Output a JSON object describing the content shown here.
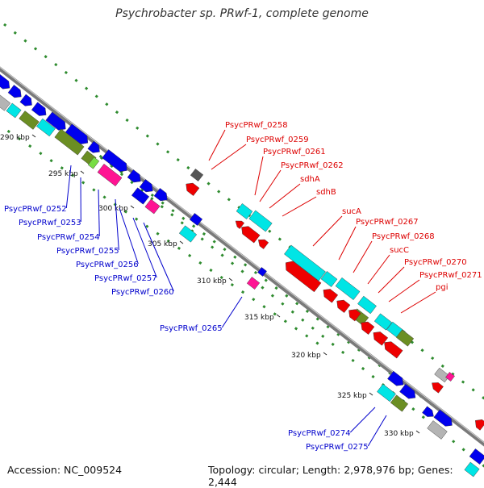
{
  "title": "Psychrobacter sp. PRwf-1, complete genome",
  "footer": {
    "accession": "Accession: NC_009524",
    "topology": "Topology: circular; Length: 2,978,976 bp; Genes: 2,444"
  },
  "colors": {
    "forward_strand": "#0000ee",
    "reverse_strand": "#ee0000",
    "cyan_category": "#00e5e5",
    "olive_category": "#6b8e23",
    "light_green_category": "#77dd44",
    "magenta_category": "#ff1493",
    "gray_category": "#b4b4b4",
    "dark_gray_category": "#555555",
    "backbone": "#888888",
    "dotted_ring": "#2e8b2e"
  },
  "scale_ticks": [
    {
      "label": "290 kbp"
    },
    {
      "label": "295 kbp"
    },
    {
      "label": "300 kbp"
    },
    {
      "label": "305 kbp"
    },
    {
      "label": "310 kbp"
    },
    {
      "label": "315 kbp"
    },
    {
      "label": "320 kbp"
    },
    {
      "label": "325 kbp"
    },
    {
      "label": "330 kbp"
    }
  ],
  "forward_labels": [
    "PsycPRwf_0252",
    "PsycPRwf_0253",
    "PsycPRwf_0254",
    "PsycPRwf_0255",
    "PsycPRwf_0256",
    "PsycPRwf_0257",
    "PsycPRwf_0260",
    "PsycPRwf_0265",
    "PsycPRwf_0274",
    "PsycPRwf_0275"
  ],
  "reverse_labels": [
    "PsycPRwf_0258",
    "PsycPRwf_0259",
    "PsycPRwf_0261",
    "PsycPRwf_0262",
    "sdhA",
    "sdhB",
    "sucA",
    "PsycPRwf_0267",
    "PsycPRwf_0268",
    "sucC",
    "PsycPRwf_0270",
    "PsycPRwf_0271",
    "pgi"
  ]
}
